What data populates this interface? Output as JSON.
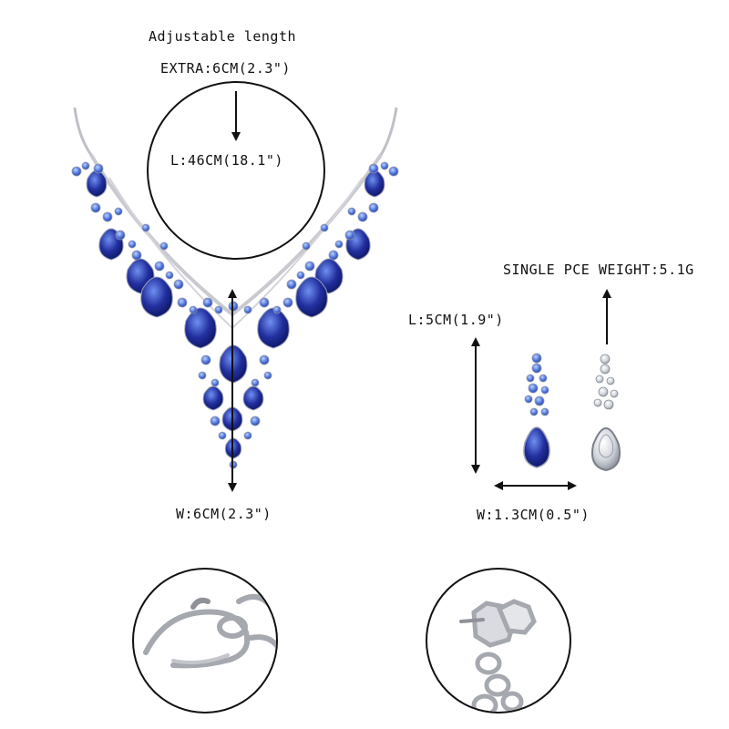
{
  "necklace": {
    "adjustable_label": "Adjustable length",
    "extra_label": "EXTRA:6CM(2.3\")",
    "length_label": "L:46CM(18.1\")",
    "width_label": "W:6CM(2.3\")"
  },
  "earring": {
    "weight_label": "SINGLE PCE WEIGHT:5.1G",
    "length_label": "L:5CM(1.9\")",
    "width_label": "W:1.3CM(0.5\")"
  },
  "colors": {
    "sapphire": "#1f2f9c",
    "sapphire_light": "#4a6fd8",
    "silver": "#c8c8cc",
    "arrow": "#111111"
  },
  "icons": [
    "clasp-detail-icon",
    "earring-post-detail-icon"
  ]
}
